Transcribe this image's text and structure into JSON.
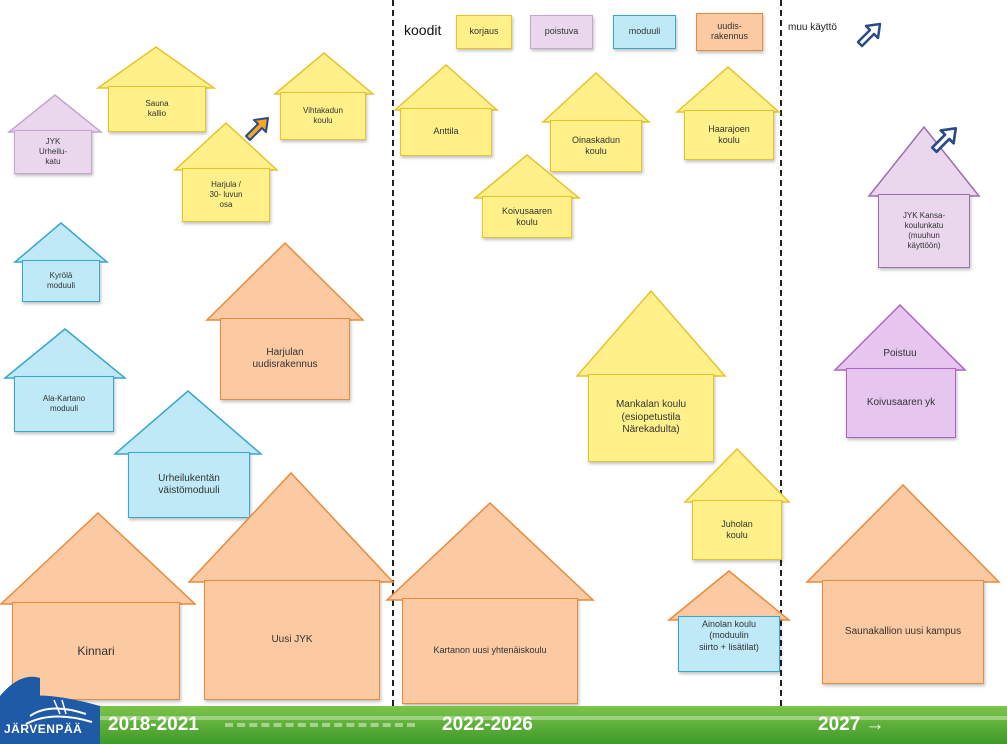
{
  "legend": {
    "title": "koodit",
    "items": [
      {
        "label": "korjaus",
        "fill": "#fff08a",
        "stroke": "#e8c22a"
      },
      {
        "label": "poistuva",
        "fill": "#ead7ee",
        "stroke": "#c8a4d0"
      },
      {
        "label": "moduuli",
        "fill": "#bfe9f6",
        "stroke": "#3aa5cf"
      },
      {
        "label": "uudis-\nrakennus",
        "fill": "#fbc9a2",
        "stroke": "#e88b3c"
      }
    ],
    "other_use": "muu käyttö",
    "other_use_icon": "outline-arrow-icon"
  },
  "periods": [
    {
      "label": "2018-2021"
    },
    {
      "label": "2022-2026"
    },
    {
      "label": "2027 →"
    }
  ],
  "logo_text": "JÄRVENPÄÄ",
  "colors": {
    "korjaus": {
      "fill": "#fff08a",
      "stroke": "#e8c22a"
    },
    "poistuva": {
      "fill": "#ead7ee",
      "stroke": "#c8a4d0"
    },
    "moduuli": {
      "fill": "#bfe9f6",
      "stroke": "#3aa5cf"
    },
    "uudis": {
      "fill": "#fbc9a2",
      "stroke": "#e88b3c"
    },
    "poistuu_purple": {
      "fill": "#e6c6ee",
      "stroke": "#b061c8"
    },
    "jyk_kansa": {
      "fill": "#ead7ee",
      "stroke": "#9a6fb0"
    }
  },
  "buildings": [
    {
      "name": "JYK\nUrheilu-\nkatu",
      "type": "poistuva"
    },
    {
      "name": "Sauna\nkallio",
      "type": "korjaus"
    },
    {
      "name": "Harjula /\n30- luvun\nosa",
      "type": "korjaus"
    },
    {
      "name": "Vihtakadun\nkoulu",
      "type": "korjaus"
    },
    {
      "name": "Kyrölä\nmoduuli",
      "type": "moduuli"
    },
    {
      "name": "Harjulan\nuudisrakennus",
      "type": "uudis"
    },
    {
      "name": "Ala-Kartano\nmoduuli",
      "type": "moduuli"
    },
    {
      "name": "Urheilukentän\nväistömoduuli",
      "type": "moduuli"
    },
    {
      "name": "Kinnari",
      "type": "uudis"
    },
    {
      "name": "Uusi JYK",
      "type": "uudis"
    },
    {
      "name": "Anttila",
      "type": "korjaus"
    },
    {
      "name": "Oinaskadun\nkoulu",
      "type": "korjaus"
    },
    {
      "name": "Haarajoen\nkoulu",
      "type": "korjaus"
    },
    {
      "name": "Koivusaaren\nkoulu",
      "type": "korjaus"
    },
    {
      "name": "Mankalan koulu\n(esiopetustila\nNärekadulta)",
      "type": "korjaus"
    },
    {
      "name": "Juholan\nkoulu",
      "type": "korjaus"
    },
    {
      "name": "Kartanon uusi yhtenäiskoulu",
      "type": "uudis"
    },
    {
      "name": "Ainolan koulu\n(moduulin\nsiirto + lisätilat)",
      "type": "uudis_module"
    },
    {
      "name": "JYK Kansa-\nkoulunkatu\n(muuhun\nkäyttöön)",
      "type": "jyk_kansa"
    },
    {
      "name": "Poistuu",
      "type": "poistuu_purple"
    },
    {
      "name": "Koivusaaren yk",
      "type": "poistuu_purple"
    },
    {
      "name": "Saunakallion uusi kampus",
      "type": "uudis"
    }
  ]
}
